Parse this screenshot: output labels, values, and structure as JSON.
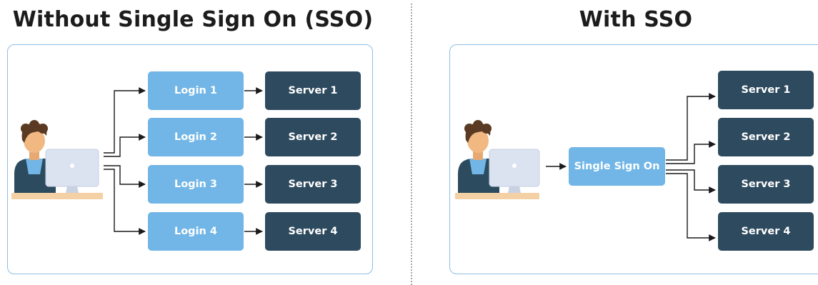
{
  "titles": {
    "left": "Without Single Sign On (SSO)",
    "right": "With SSO"
  },
  "left": {
    "logins": [
      "Login 1",
      "Login 2",
      "Login 3",
      "Login 4"
    ],
    "servers": [
      "Server 1",
      "Server 2",
      "Server 3",
      "Server 4"
    ]
  },
  "right": {
    "sso": "Single Sign On",
    "servers": [
      "Server 1",
      "Server 2",
      "Server 3",
      "Server 4"
    ]
  },
  "colors": {
    "login_box": "#71b6e6",
    "server_box": "#2e4a5e",
    "panel_border": "#8fbee3",
    "arrow": "#1a1a1a"
  },
  "icons": {
    "user": "user-at-computer-icon"
  }
}
